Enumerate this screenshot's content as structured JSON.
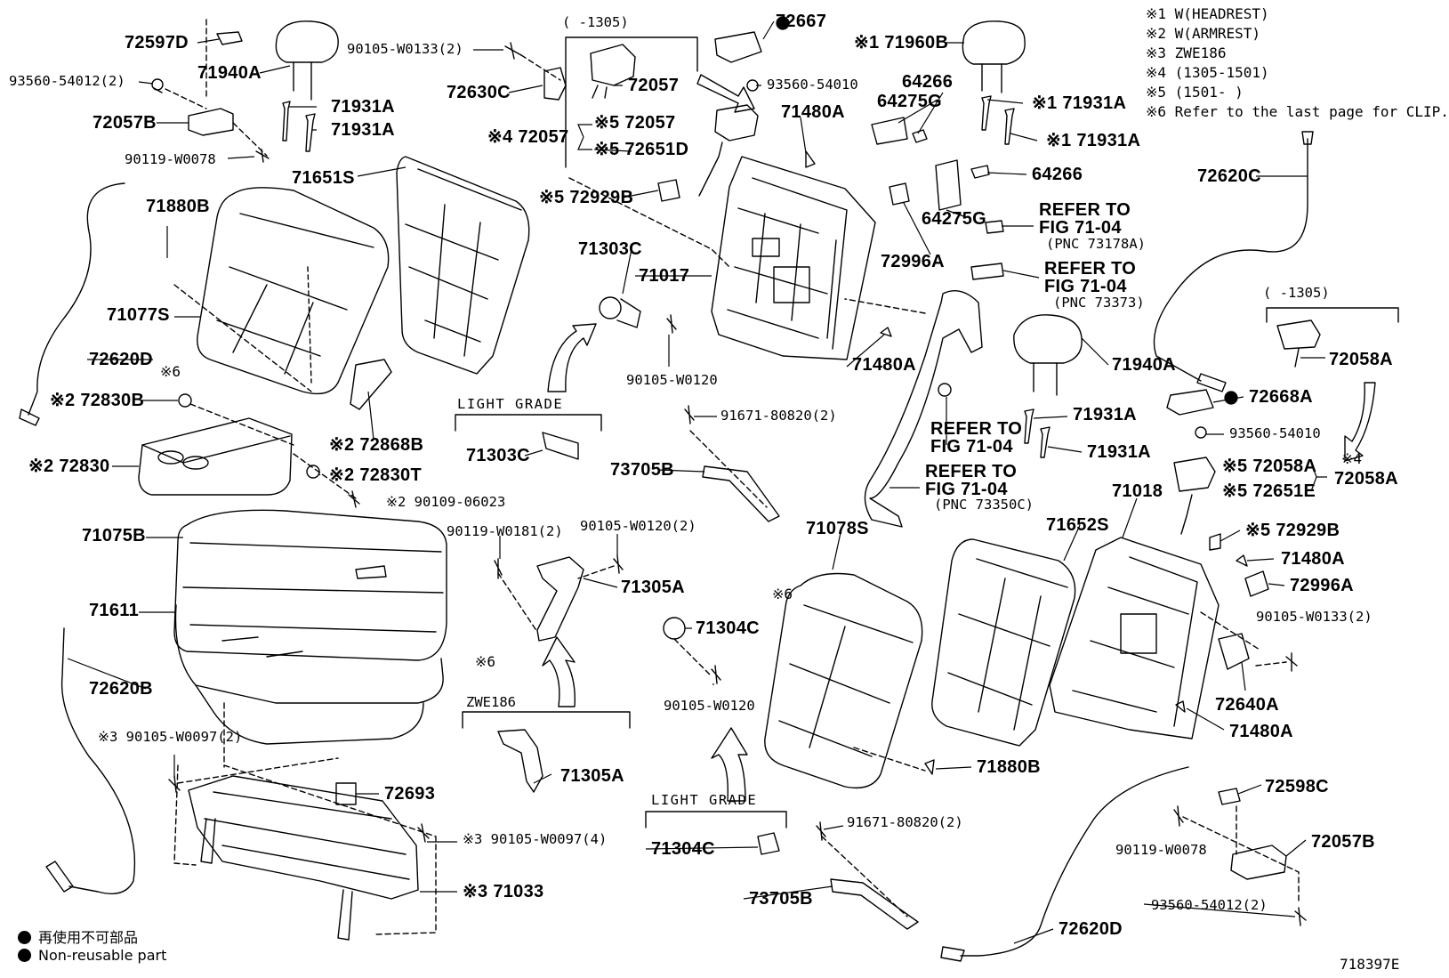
{
  "figure_id": "718397E",
  "legend": {
    "note1": "※1 W(HEADREST)",
    "note2": "※2 W(ARMREST)",
    "note3": "※3 ZWE186",
    "note4": "※4 (1305-1501)",
    "note5": "※5 (1501-      )",
    "note6": "※6 Refer to the last page for CLIP.",
    "nonreusable_jp": "再使用不可部品",
    "nonreusable_en": "Non-reusable part"
  },
  "callouts": {
    "c72597D": "72597D",
    "c93560_54012_2a": "93560-54012(2)",
    "c71940A_a": "71940A",
    "c72057B_a": "72057B",
    "c71931A_1": "71931A",
    "c71931A_2": "71931A",
    "c90119_W0078_a": "90119-W0078",
    "c71651S": "71651S",
    "c71880B_a": "71880B",
    "c71077S": "71077S",
    "c72620D_a": "72620D",
    "c6_a": "※6",
    "c72830B": "※2 72830B",
    "c72868B": "※2 72868B",
    "c72830": "※2 72830",
    "c72830T": "※2 72830T",
    "c90109_06023": "※2 90109-06023",
    "c71075B": "71075B",
    "c71611": "71611",
    "c72620B": "72620B",
    "c90105_W0097_2": "※3 90105-W0097(2)",
    "c72693": "72693",
    "c90105_W0097_4": "※3 90105-W0097(4)",
    "c71033": "※3 71033",
    "c90105_W0133_2a": "90105-W0133(2)",
    "c72630C": "72630C",
    "c1305_a": "(    -1305)",
    "c72057_a": "72057",
    "c72057_b": "※4 72057",
    "c72057_5": "※5 72057",
    "c72651D": "※5 72651D",
    "c72929B_a": "※5 72929B",
    "c72667": "72667",
    "c93560_54010_a": "93560-54010",
    "c71480A_a": "71480A",
    "c71303C": "71303C",
    "c71017": "71017",
    "c90105_W0120_a": "90105-W0120",
    "c71480A_b": "71480A",
    "light_grade_a": "LIGHT GRADE",
    "c71303C_b": "71303C",
    "c91671_80820_2a": "91671-80820(2)",
    "c73705B_a": "73705B",
    "c90119_W0181_2": "90119-W0181(2)",
    "c90105_W0120_2": "90105-W0120(2)",
    "c71305A_a": "71305A",
    "c6_b": "※6",
    "zwe186": "ZWE186",
    "c71305A_b": "71305A",
    "c71304C": "71304C",
    "c90105_W0120_b": "90105-W0120",
    "light_grade_b": "LIGHT GRADE",
    "c71304C_b": "71304C",
    "c91671_80820_2b": "91671-80820(2)",
    "c73705B_b": "73705B",
    "c6_c": "※6",
    "c71078S": "71078S",
    "c71652S": "71652S",
    "c71880B_b": "71880B",
    "c71960B": "※1 71960B",
    "c64266_a": "64266",
    "c64275G_a": "64275G",
    "c71931A_3": "※1 71931A",
    "c71931A_4": "※1 71931A",
    "c64266_b": "64266",
    "c64275G_b": "64275G",
    "c72996A_a": "72996A",
    "refer1a": "REFER TO",
    "refer1b": "FIG 71-04",
    "refer1c": "(PNC 73178A)",
    "refer2a": "REFER TO",
    "refer2b": "FIG 71-04",
    "refer2c": "(PNC 73373)",
    "c71940A_b": "71940A",
    "refer3a": "REFER TO",
    "refer3b": "FIG 71-04",
    "c71931A_5": "71931A",
    "c71931A_6": "71931A",
    "refer4a": "REFER TO",
    "refer4b": "FIG 71-04",
    "refer4c": "(PNC 73350C)",
    "c72620C": "72620C",
    "c1305_b": "(    -1305)",
    "c72058A_a": "72058A",
    "c72668A": "72668A",
    "c93560_54010_b": "93560-54010",
    "c4_b": "※4",
    "c72058A_5": "※5 72058A",
    "c72651E": "※5 72651E",
    "c72058A_b": "72058A",
    "c71018": "71018",
    "c72929B_b": "※5 72929B",
    "c71480A_c": "71480A",
    "c72996A_b": "72996A",
    "c90105_W0133_2b": "90105-W0133(2)",
    "c72640A": "72640A",
    "c71480A_d": "71480A",
    "c72598C": "72598C",
    "c90119_W0078_b": "90119-W0078",
    "c72057B_b": "72057B",
    "c93560_54012_2b": "93560-54012(2)",
    "c72620D_b": "72620D"
  }
}
